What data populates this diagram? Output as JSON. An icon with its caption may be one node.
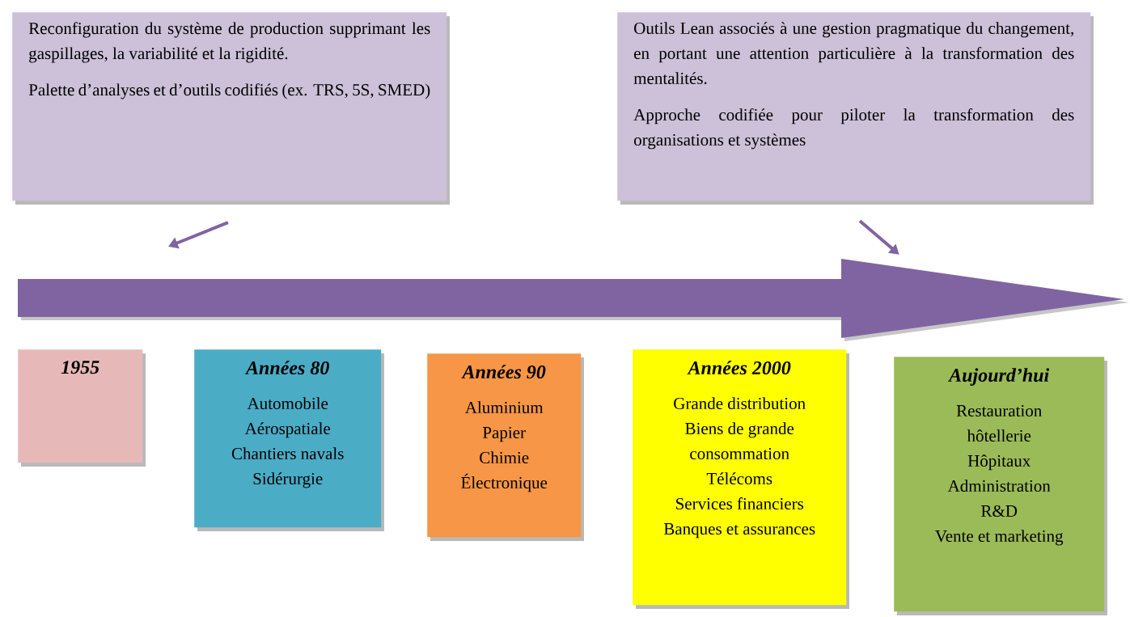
{
  "diagram": {
    "nodes": [
      {
        "text": [
          "Reconfiguration du système de production supprimant les gaspillages, la variabilité et la rigidité.",
          "Palette d’analyses et d’outils codifiés (ex. TRS, 5S, SMED)"
        ]
      },
      {
        "text": [
          "Outils Lean associés à une gestion pragmatique du changement, en portant une attention particulière à la transformation des mentalités.",
          "Approche codifiée pour piloter la transformation des organisations et systèmes"
        ]
      },
      {
        "text": [],
        "shape": "arrow"
      },
      {
        "text": [
          "1955"
        ]
      },
      {
        "text": [
          "Années 80",
          "Automobile",
          "Aérospatiale",
          "Chantiers navals",
          "Sidérurgie"
        ]
      },
      {
        "text": [
          "Années 90",
          "Aluminium",
          "Papier",
          "Chimie",
          "Électronique"
        ]
      },
      {
        "text": [
          "Années 2000",
          "Grande distribution",
          "Biens de grande consommation",
          "Télécoms",
          "Services financiers",
          "Banques et assurances"
        ]
      },
      {
        "text": [
          "Aujourd’hui",
          "Restauration",
          "hôtellerie",
          "Hôpitaux",
          "Administration",
          "R&D",
          "Vente et marketing"
        ]
      }
    ],
    "edges": [
      {
        "from": 0,
        "to": 2,
        "arrow": "to"
      },
      {
        "from": 1,
        "to": 2,
        "arrow": "to"
      }
    ]
  }
}
